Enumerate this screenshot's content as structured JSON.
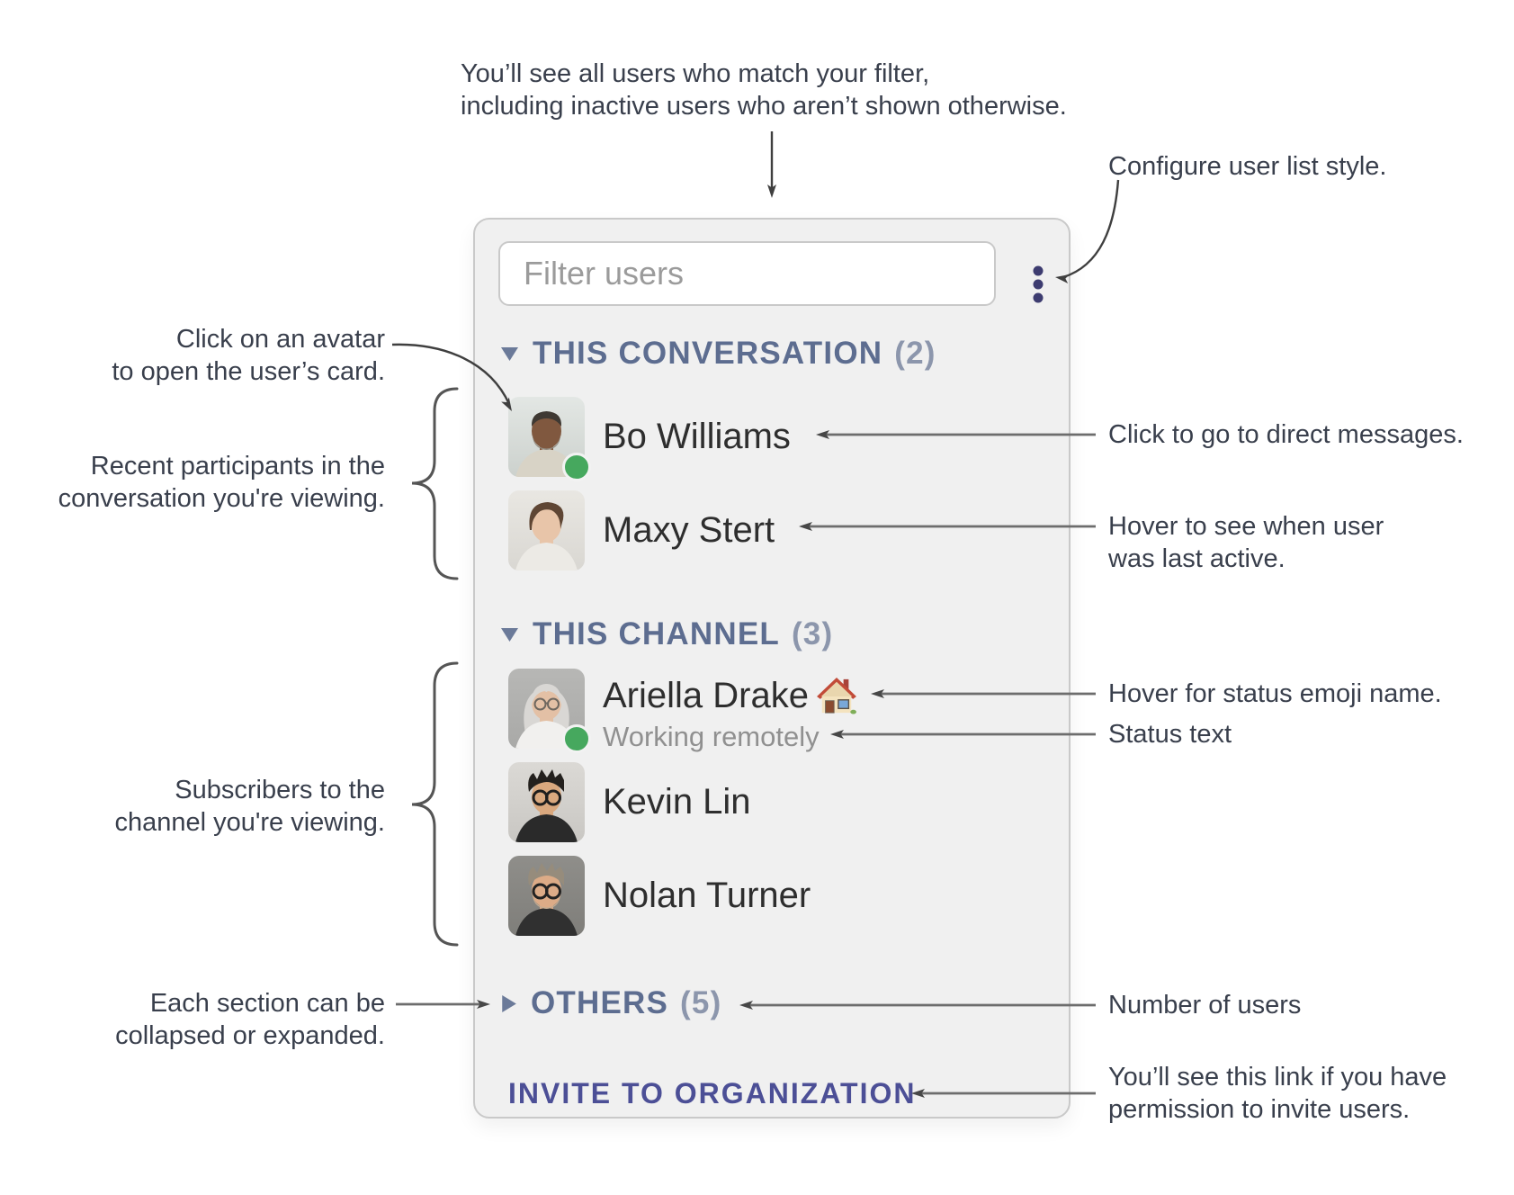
{
  "panel": {
    "filter_placeholder": "Filter users",
    "sections": [
      {
        "label": "THIS CONVERSATION",
        "count": "(2)",
        "collapsed": false
      },
      {
        "label": "THIS CHANNEL",
        "count": "(3)",
        "collapsed": false
      },
      {
        "label": "OTHERS",
        "count": "(5)",
        "collapsed": true
      }
    ],
    "users": [
      {
        "name": "Bo Williams",
        "online": true,
        "avatar": {
          "bg": "#e3e7e4",
          "bg2": "#ccd1cd",
          "skin": "#80583f",
          "hair": "#3f3933",
          "beard": "#928c82",
          "shirt": "#d8d3c6",
          "style": "short"
        }
      },
      {
        "name": "Maxy Stert",
        "online": false,
        "avatar": {
          "bg": "#e9e7e2",
          "bg2": "#d9d7d2",
          "skin": "#e8c5a9",
          "hair": "#5f4634",
          "shirt": "#eceae5",
          "style": "pixie"
        }
      },
      {
        "name": "Ariella Drake",
        "online": true,
        "status_text": "Working remotely",
        "avatar": {
          "bg": "#b7b7b5",
          "bg2": "#a9a9a7",
          "skin": "#e3c0a5",
          "hair": "#d9d7d4",
          "shirt": "#f1f0ee",
          "style": "long",
          "glasses": "#6e675f"
        }
      },
      {
        "name": "Kevin Lin",
        "online": false,
        "avatar": {
          "bg": "#dbd9d5",
          "bg2": "#c9c7c3",
          "skin": "#d9a87e",
          "hair": "#23201d",
          "shirt": "#2a2a2a",
          "style": "spiky",
          "glasses": "#1e1e1e"
        }
      },
      {
        "name": "Nolan Turner",
        "online": false,
        "avatar": {
          "bg": "#8f8e8a",
          "bg2": "#7f7e7a",
          "skin": "#dcab87",
          "hair": "#968c7c",
          "beard": "#c4ac92",
          "shirt": "#303030",
          "style": "spiky",
          "glasses": "#222222"
        }
      }
    ],
    "invite_link": "INVITE TO ORGANIZATION"
  },
  "annotations": {
    "filter_note": {
      "line1": "You’ll see all users who match your filter,",
      "line2": "including inactive users who aren’t shown otherwise."
    },
    "configure_note": "Configure user list style.",
    "avatar_note": {
      "line1": "Click on an avatar",
      "line2": "to open the user’s card."
    },
    "participants_note": {
      "line1": "Recent participants in the",
      "line2": "conversation you're viewing."
    },
    "dm_note": "Click to go to direct messages.",
    "last_active_note": {
      "line1": "Hover to see when user",
      "line2": "was last active."
    },
    "status_emoji_note": "Hover for status emoji name.",
    "status_text_note": "Status text",
    "subscribers_note": {
      "line1": "Subscribers to the",
      "line2": "channel you're viewing."
    },
    "collapse_note": {
      "line1": "Each section can be",
      "line2": "collapsed or expanded."
    },
    "count_note": "Number of users",
    "invite_note": {
      "line1": "You’ll see this link if you have",
      "line2": "permission to invite users."
    }
  },
  "colors": {
    "section_header": "#5d6d90",
    "section_count": "#8c96ac",
    "invite_link": "#4c4f96",
    "presence_online": "#46a85e",
    "kebab_menu": "#3d3c70",
    "annotation_line": "#6d6d6d",
    "arrow_dark": "#3f3f3f"
  }
}
